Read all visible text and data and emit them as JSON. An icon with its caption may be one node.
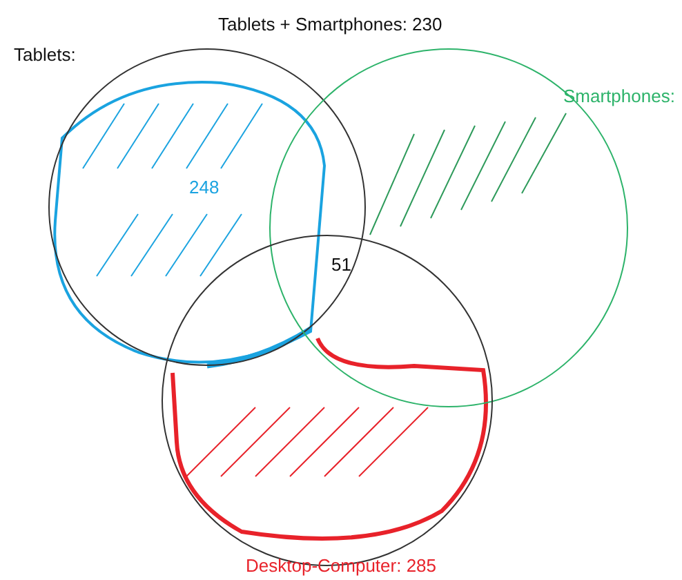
{
  "diagram": {
    "title": "Tablets + Smartphones: 230",
    "nodes": [
      {
        "text": [
          "248"
        ],
        "beside": [
          "Tablets:"
        ]
      },
      {
        "text": [],
        "shape": "circle",
        "beside": [
          "Smartphones:"
        ]
      },
      {
        "text": [],
        "shape": "circle",
        "beside": [
          "Desktop-Computer: 285"
        ]
      }
    ],
    "edges": [],
    "labels": [
      "51"
    ]
  }
}
